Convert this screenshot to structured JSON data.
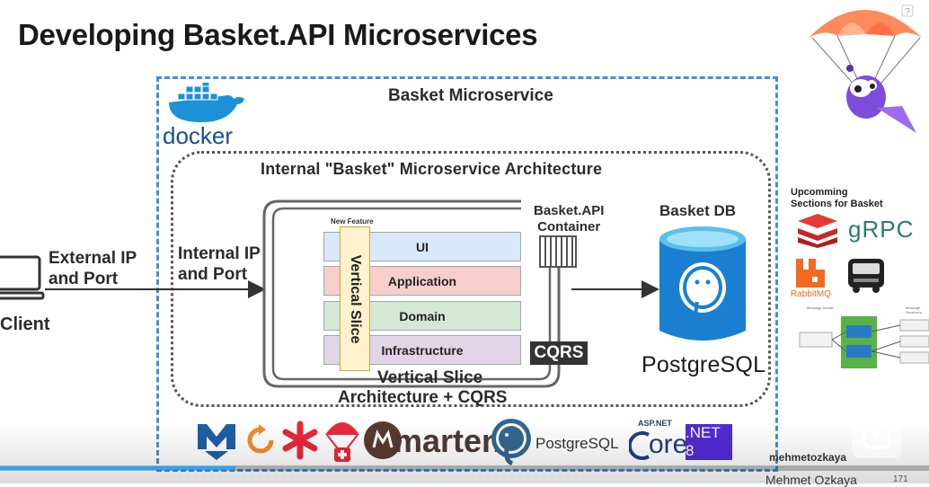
{
  "slide": {
    "title": "Developing Basket.API Microservices",
    "outer_title": "Basket Microservice",
    "inner_title": "Internal \"Basket\" Microservice Architecture",
    "docker_label": "docker",
    "client_label": "Client",
    "external_ip_line1": "External IP",
    "external_ip_line2": "and Port",
    "internal_ip_line1": "Internal IP",
    "internal_ip_line2": "and Port",
    "new_feature": "New Feature",
    "vertical_slice": "Vertical Slice",
    "layers": [
      "UI",
      "Application",
      "Domain",
      "Infrastructure"
    ],
    "layer_colors": [
      "#dae8fc",
      "#f8cecc",
      "#d5e8d4",
      "#e1d5e7"
    ],
    "container_line1": "Basket.API",
    "container_line2": "Container",
    "cqrs": "CQRS",
    "arch_line1": "Vertical Slice",
    "arch_line2": "Architecture + CQRS",
    "db_title": "Basket DB",
    "postgres_label": "PostgreSQL",
    "upcoming_line1": "Upcomming",
    "upcoming_line2": "Sections for Basket",
    "grpc": "gRPC",
    "rabbitmq": "RabbitMQ",
    "message_sender": "Message Sender",
    "message_receivers": "Message Receivers",
    "bottom_logos": {
      "marten": "marten",
      "postgresql": "PostgreSQL",
      "aspnet_top": "ASP.NET",
      "aspnet_core": "ore",
      "dotnet": ".NET 8"
    },
    "author_handle": "mehmetozkaya",
    "author_name": "Mehmet Ozkaya",
    "page_number": "171"
  },
  "colors": {
    "accent_blue": "#3d93d6",
    "postgres_blue": "#336791",
    "progress": "#29a3ff"
  }
}
